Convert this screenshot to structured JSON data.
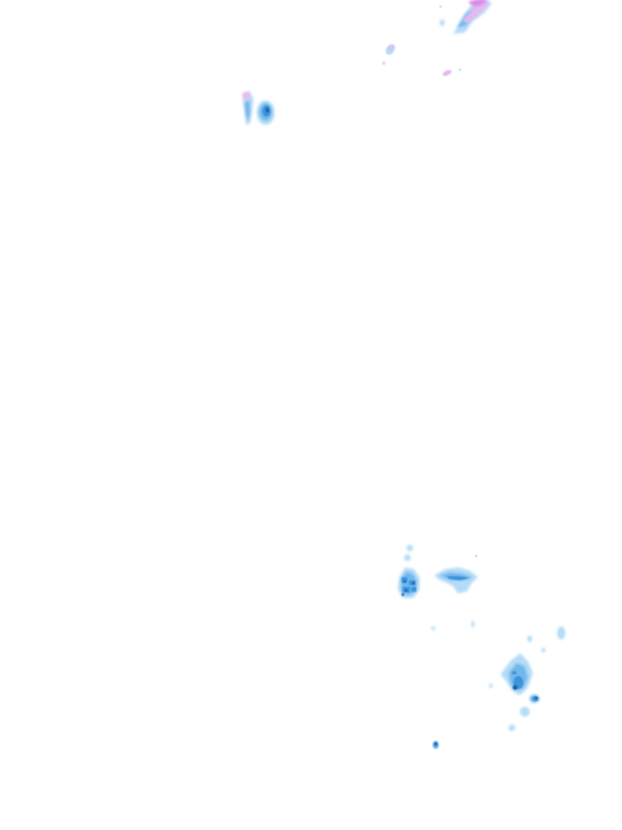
{
  "map": {
    "background": "#ffffff",
    "palette": {
      "light_blue": "#b3dcf7",
      "mid_blue": "#6fb8ec",
      "blue": "#3d94dc",
      "dark_blue": "#1a5fae",
      "light_pink": "#e9b7f2",
      "pink": "#d98be9"
    },
    "echo_groups": [
      {
        "name": "cell-top-right-streak",
        "intensity": "light-to-moderate",
        "colors": [
          "pink",
          "light_blue",
          "mid_blue"
        ]
      },
      {
        "name": "cell-top-small-fragments",
        "intensity": "light",
        "colors": [
          "light_pink",
          "light_blue"
        ]
      },
      {
        "name": "cell-top-left-pair",
        "intensity": "moderate",
        "colors": [
          "light_pink",
          "mid_blue",
          "blue"
        ]
      },
      {
        "name": "cell-lower-center-cluster",
        "intensity": "moderate-to-heavy",
        "colors": [
          "light_blue",
          "blue",
          "dark_blue"
        ]
      },
      {
        "name": "cell-lower-center-band",
        "intensity": "light-to-moderate",
        "colors": [
          "light_blue",
          "mid_blue",
          "blue"
        ]
      },
      {
        "name": "cell-lower-right-cluster",
        "intensity": "moderate-to-heavy",
        "colors": [
          "light_blue",
          "mid_blue",
          "dark_blue"
        ]
      },
      {
        "name": "cell-bottom-speck",
        "intensity": "moderate",
        "colors": [
          "blue",
          "dark_blue"
        ]
      }
    ]
  }
}
